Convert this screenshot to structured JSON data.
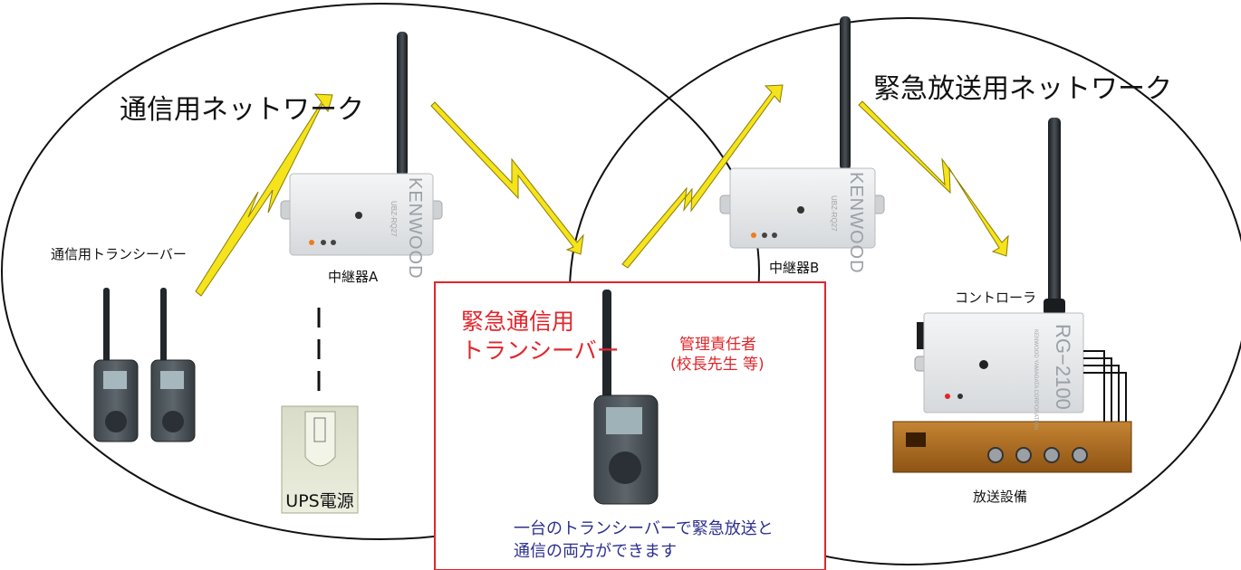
{
  "network_left": {
    "title": "通信用ネットワーク"
  },
  "network_right": {
    "title": "緊急放送用ネットワーク"
  },
  "transceivers_label": "通信用トランシーバー",
  "repeater_a": {
    "label": "中継器A",
    "brand": "KENWOOD",
    "model": "UBZ-RQ27"
  },
  "repeater_b": {
    "label": "中継器B",
    "brand": "KENWOOD",
    "model": "UBZ-RQ27"
  },
  "ups": {
    "label": "UPS電源"
  },
  "emergency": {
    "title_line1": "緊急通信用",
    "title_line2": "トランシーバー",
    "manager_line1": "管理責任者",
    "manager_line2": "(校長先生 等)",
    "note_line1": "一台のトランシーバーで緊急放送と",
    "note_line2": "通信の両方ができます"
  },
  "controller": {
    "label": "コントローラ",
    "model": "RG−2100",
    "maker": "KENWOOD YAMAGATA CORPORATION"
  },
  "broadcast": {
    "label": "放送設備"
  },
  "colors": {
    "emergency_red": "#e0262b",
    "note_blue": "#2c2f8f",
    "bolt_yellow": "#f5e31c",
    "equipment_brown": "#a9681b"
  },
  "icons": [
    "lightning-bolt-icon",
    "transceiver-icon",
    "repeater-icon",
    "antenna-icon",
    "ups-icon",
    "controller-icon",
    "broadcast-unit-icon"
  ]
}
